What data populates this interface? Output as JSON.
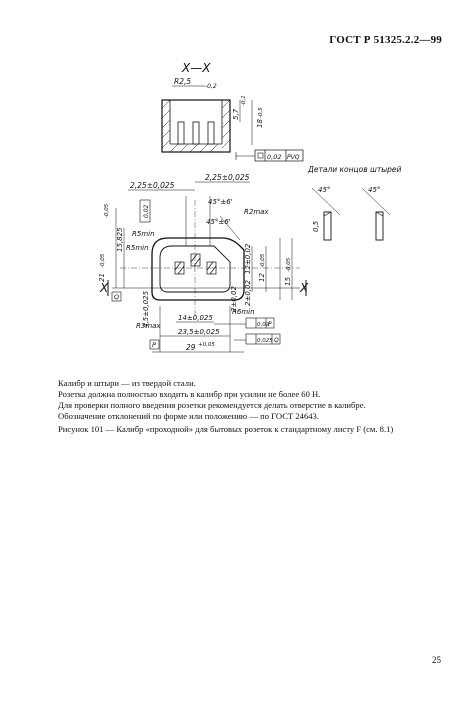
{
  "header": {
    "standard": "ГОСТ Р 51325.2.2—99"
  },
  "drawing": {
    "section_label": "X—X",
    "section_labels": [
      "R2,5",
      "-0,2",
      "5,7",
      "-0,1",
      "18",
      "-0,5",
      "0,02",
      "PVQ"
    ],
    "details_title": "Детали концов штырей",
    "detail_dims": [
      "45°",
      "45°",
      "0,5"
    ],
    "dims": [
      "2,25±0,025",
      "2,25±0,025",
      "45°±6'",
      "R2max",
      "45°±6'",
      "0,02",
      "R5min",
      "15,825",
      "-0,05",
      "R5min",
      "21",
      "-0,05",
      "Q",
      "12±0,02",
      "2±0,02",
      "12",
      "-0,05",
      "15",
      "-0,05",
      "2±0,02",
      "4,5±0,025",
      "14±0,025",
      "R6min",
      "0,02",
      "P",
      "R3max",
      "23,5±0,025",
      "P",
      "0,025",
      "Q",
      "29",
      "+0,05",
      "X",
      "X"
    ]
  },
  "notes": [
    "Калибр и штыри — из твердой стали.",
    "Розетка должна полностью входить в калибр при усилии не более 60 Н.",
    "Для проверки полного введения розетки рекомендуется делать отверстие в калибре.",
    "Обозначение отклонений по форме или положению — по ГОСТ 24643."
  ],
  "caption": "Рисунок 101 — Калибр «проходной» для бытовых розеток к стандартному листу F (см. 8.1)",
  "page_number": "25"
}
